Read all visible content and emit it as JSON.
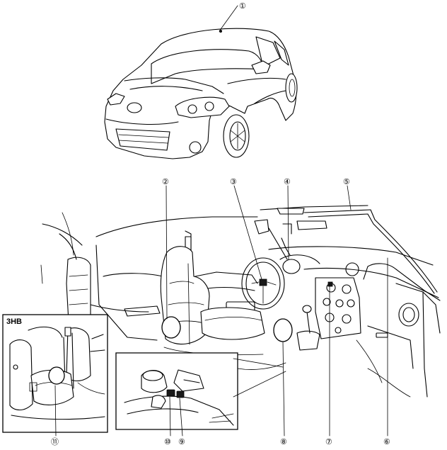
{
  "callouts": [
    {
      "id": "1",
      "label": "①"
    },
    {
      "id": "2",
      "label": "②"
    },
    {
      "id": "3",
      "label": "③"
    },
    {
      "id": "4",
      "label": "④"
    },
    {
      "id": "5",
      "label": "⑤"
    },
    {
      "id": "6",
      "label": "⑥"
    },
    {
      "id": "7",
      "label": "⑦"
    },
    {
      "id": "8",
      "label": "⑧"
    },
    {
      "id": "9",
      "label": "⑨"
    },
    {
      "id": "10",
      "label": "⑩"
    },
    {
      "id": "11",
      "label": "⑪"
    }
  ],
  "inset": {
    "label": "3HB"
  }
}
